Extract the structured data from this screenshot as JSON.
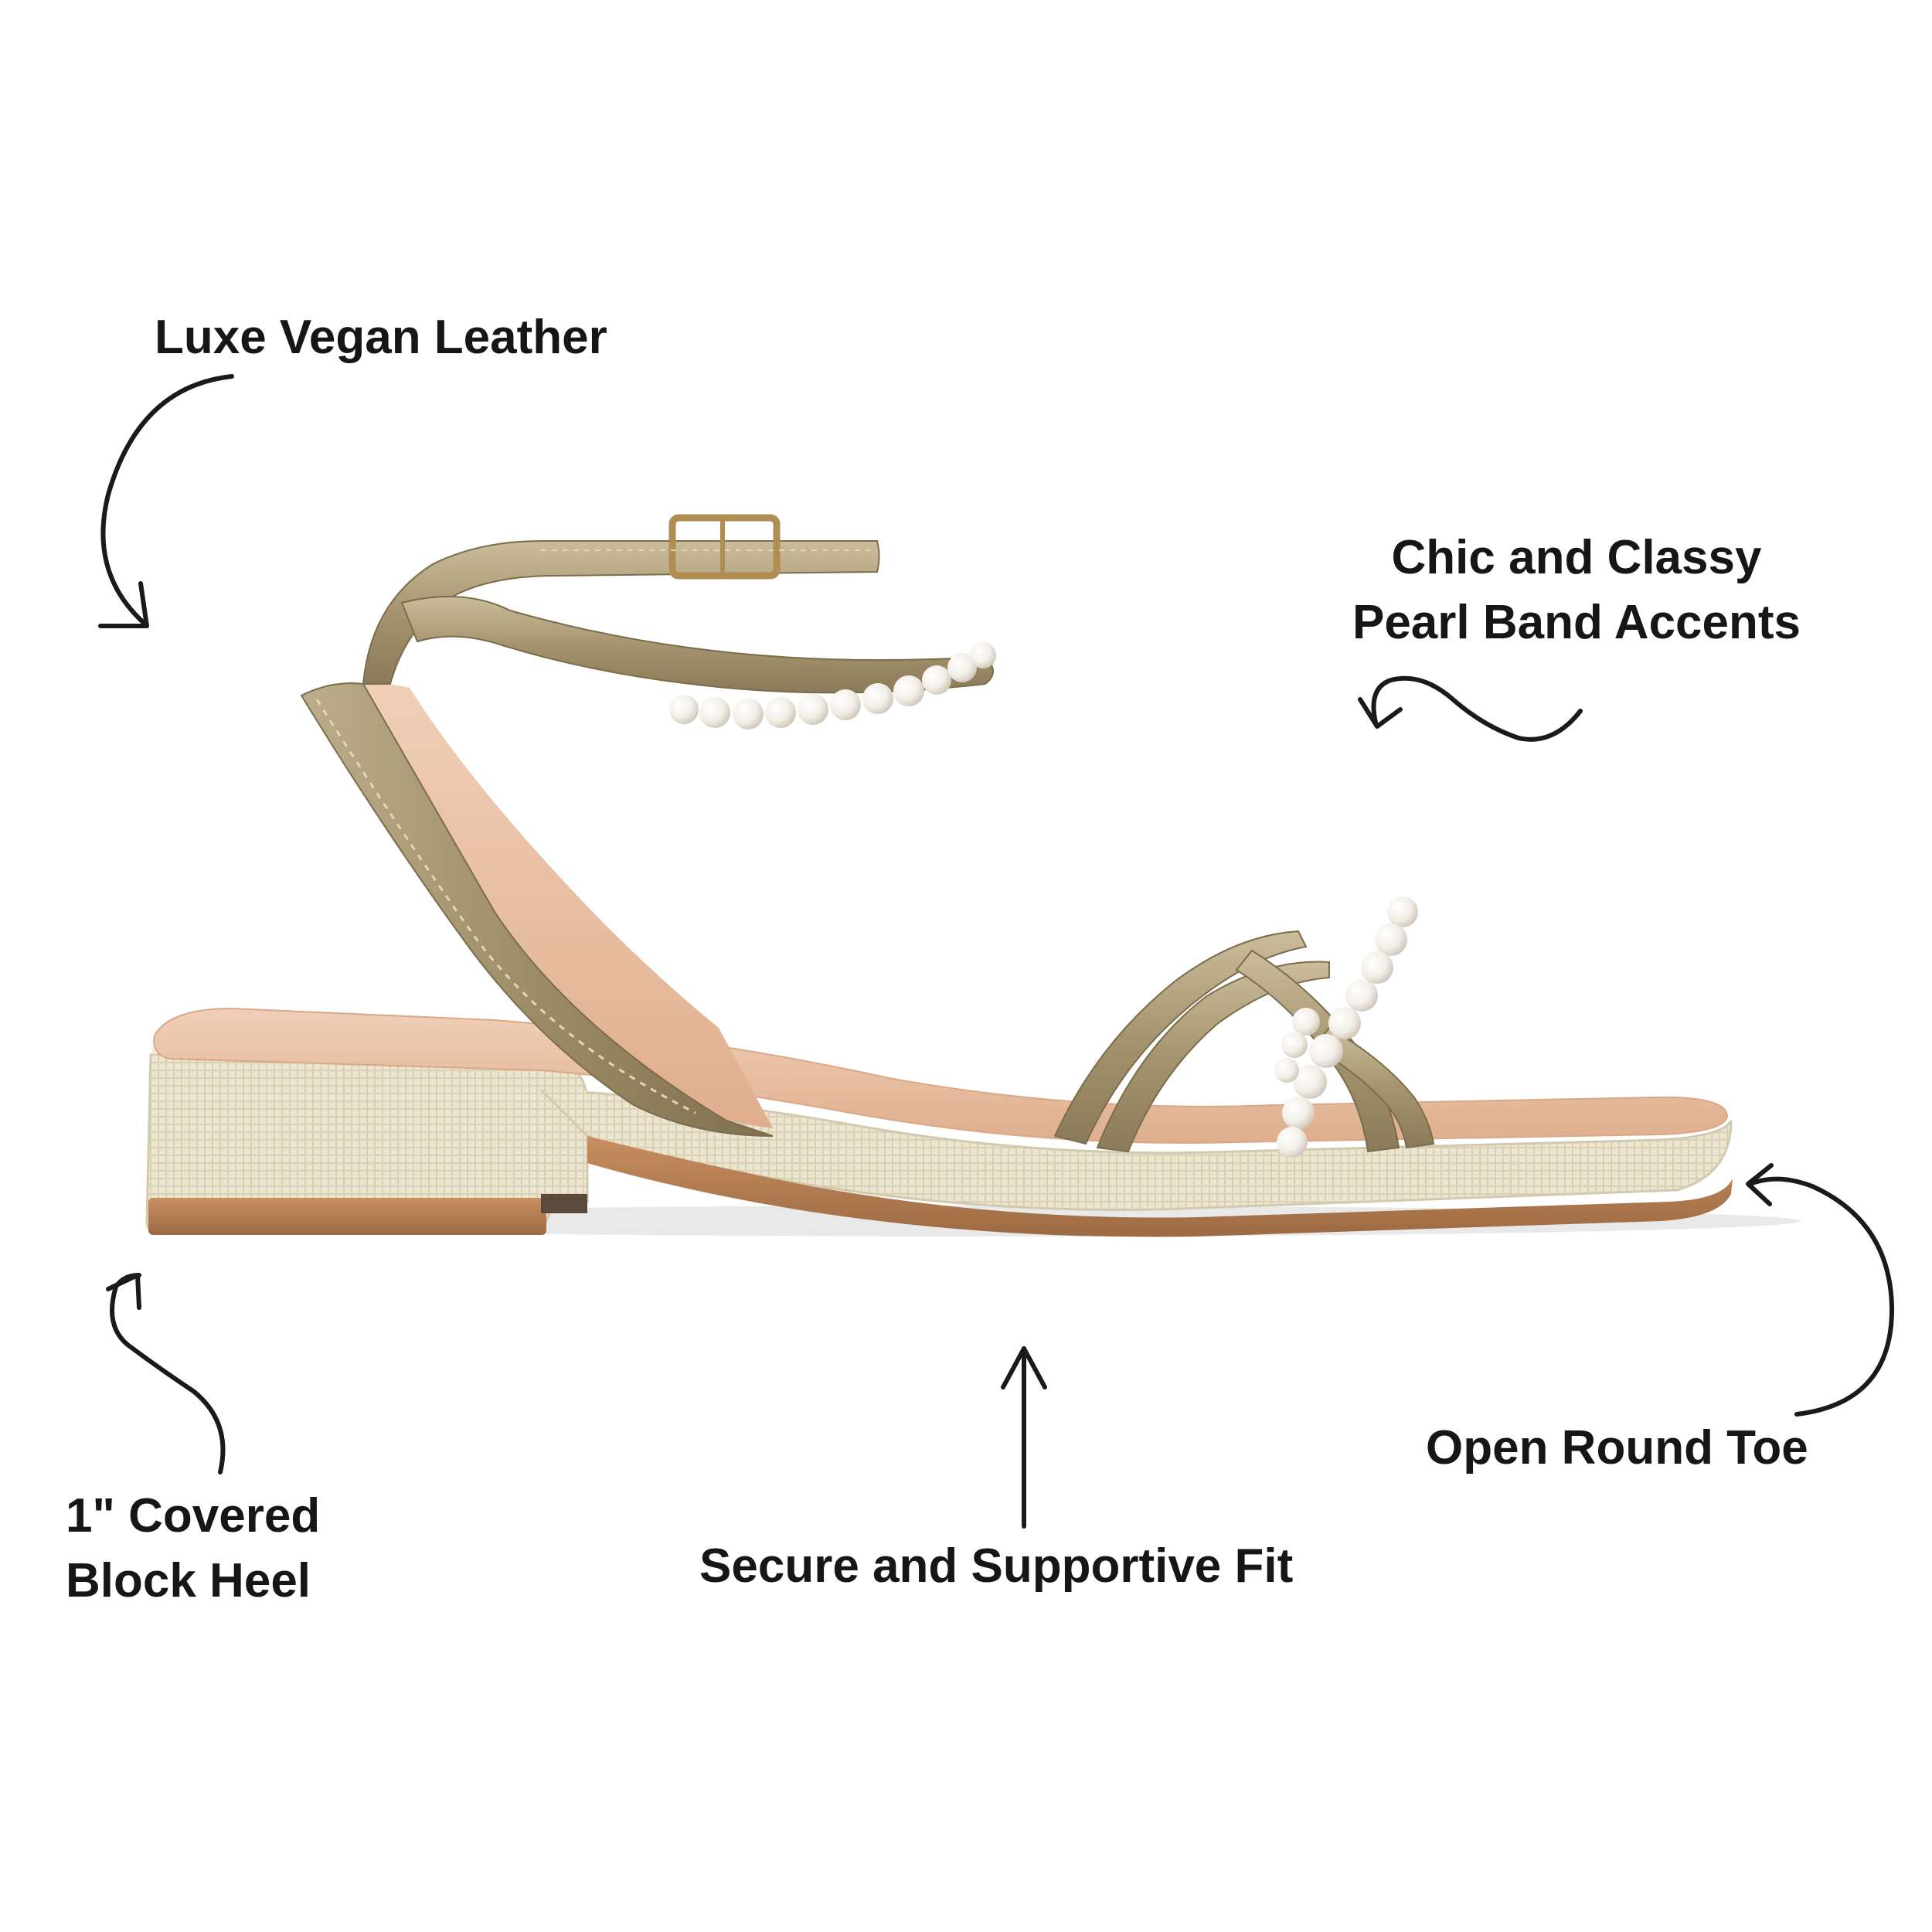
{
  "callouts": {
    "leather": "Luxe Vegan Leather",
    "pearl_line1": "Chic and Classy",
    "pearl_line2": "Pearl Band Accents",
    "heel_line1": "1\" Covered",
    "heel_line2": "Block Heel",
    "fit": "Secure and Supportive Fit",
    "toe": "Open Round Toe"
  },
  "icons": [
    "curved-arrow-icon",
    "wavy-arrow-icon",
    "straight-arrow-icon"
  ],
  "colors": {
    "text": "#161616",
    "strap_gold": "#a9987a",
    "pearl": "#f6f2ec",
    "jute": "#ece6d2",
    "sole": "#b07a4f",
    "insole": "#e9c3a8"
  }
}
